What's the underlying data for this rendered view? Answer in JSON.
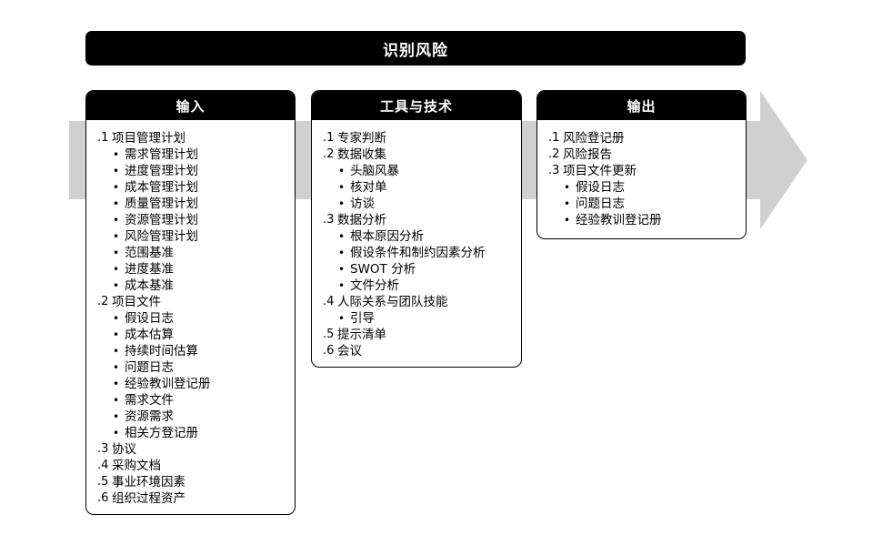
{
  "title": "识别风险",
  "colors": {
    "dark": "#000000",
    "arrow": "#d0d0d0",
    "background": "#ffffff"
  },
  "columns": [
    {
      "header": "输入",
      "items": [
        {
          "num": ".1",
          "label": "项目管理计划",
          "subs": [
            "需求管理计划",
            "进度管理计划",
            "成本管理计划",
            "质量管理计划",
            "资源管理计划",
            "风险管理计划",
            "范围基准",
            "进度基准",
            "成本基准"
          ]
        },
        {
          "num": ".2",
          "label": "项目文件",
          "subs": [
            "假设日志",
            "成本估算",
            "持续时间估算",
            "问题日志",
            "经验教训登记册",
            "需求文件",
            "资源需求",
            "相关方登记册"
          ]
        },
        {
          "num": ".3",
          "label": "协议",
          "subs": []
        },
        {
          "num": ".4",
          "label": "采购文档",
          "subs": []
        },
        {
          "num": ".5",
          "label": "事业环境因素",
          "subs": []
        },
        {
          "num": ".6",
          "label": "组织过程资产",
          "subs": []
        }
      ]
    },
    {
      "header": "工具与技术",
      "items": [
        {
          "num": ".1",
          "label": "专家判断",
          "subs": []
        },
        {
          "num": ".2",
          "label": "数据收集",
          "subs": [
            "头脑风暴",
            "核对单",
            "访谈"
          ]
        },
        {
          "num": ".3",
          "label": "数据分析",
          "subs": [
            "根本原因分析",
            "假设条件和制约因素分析",
            "SWOT 分析",
            "文件分析"
          ]
        },
        {
          "num": ".4",
          "label": "人际关系与团队技能",
          "subs": [
            "引导"
          ]
        },
        {
          "num": ".5",
          "label": "提示清单",
          "subs": []
        },
        {
          "num": ".6",
          "label": "会议",
          "subs": []
        }
      ]
    },
    {
      "header": "输出",
      "items": [
        {
          "num": ".1",
          "label": "风险登记册",
          "subs": []
        },
        {
          "num": ".2",
          "label": "风险报告",
          "subs": []
        },
        {
          "num": ".3",
          "label": "项目文件更新",
          "subs": [
            "假设日志",
            "问题日志",
            "经验教训登记册"
          ]
        }
      ]
    }
  ]
}
